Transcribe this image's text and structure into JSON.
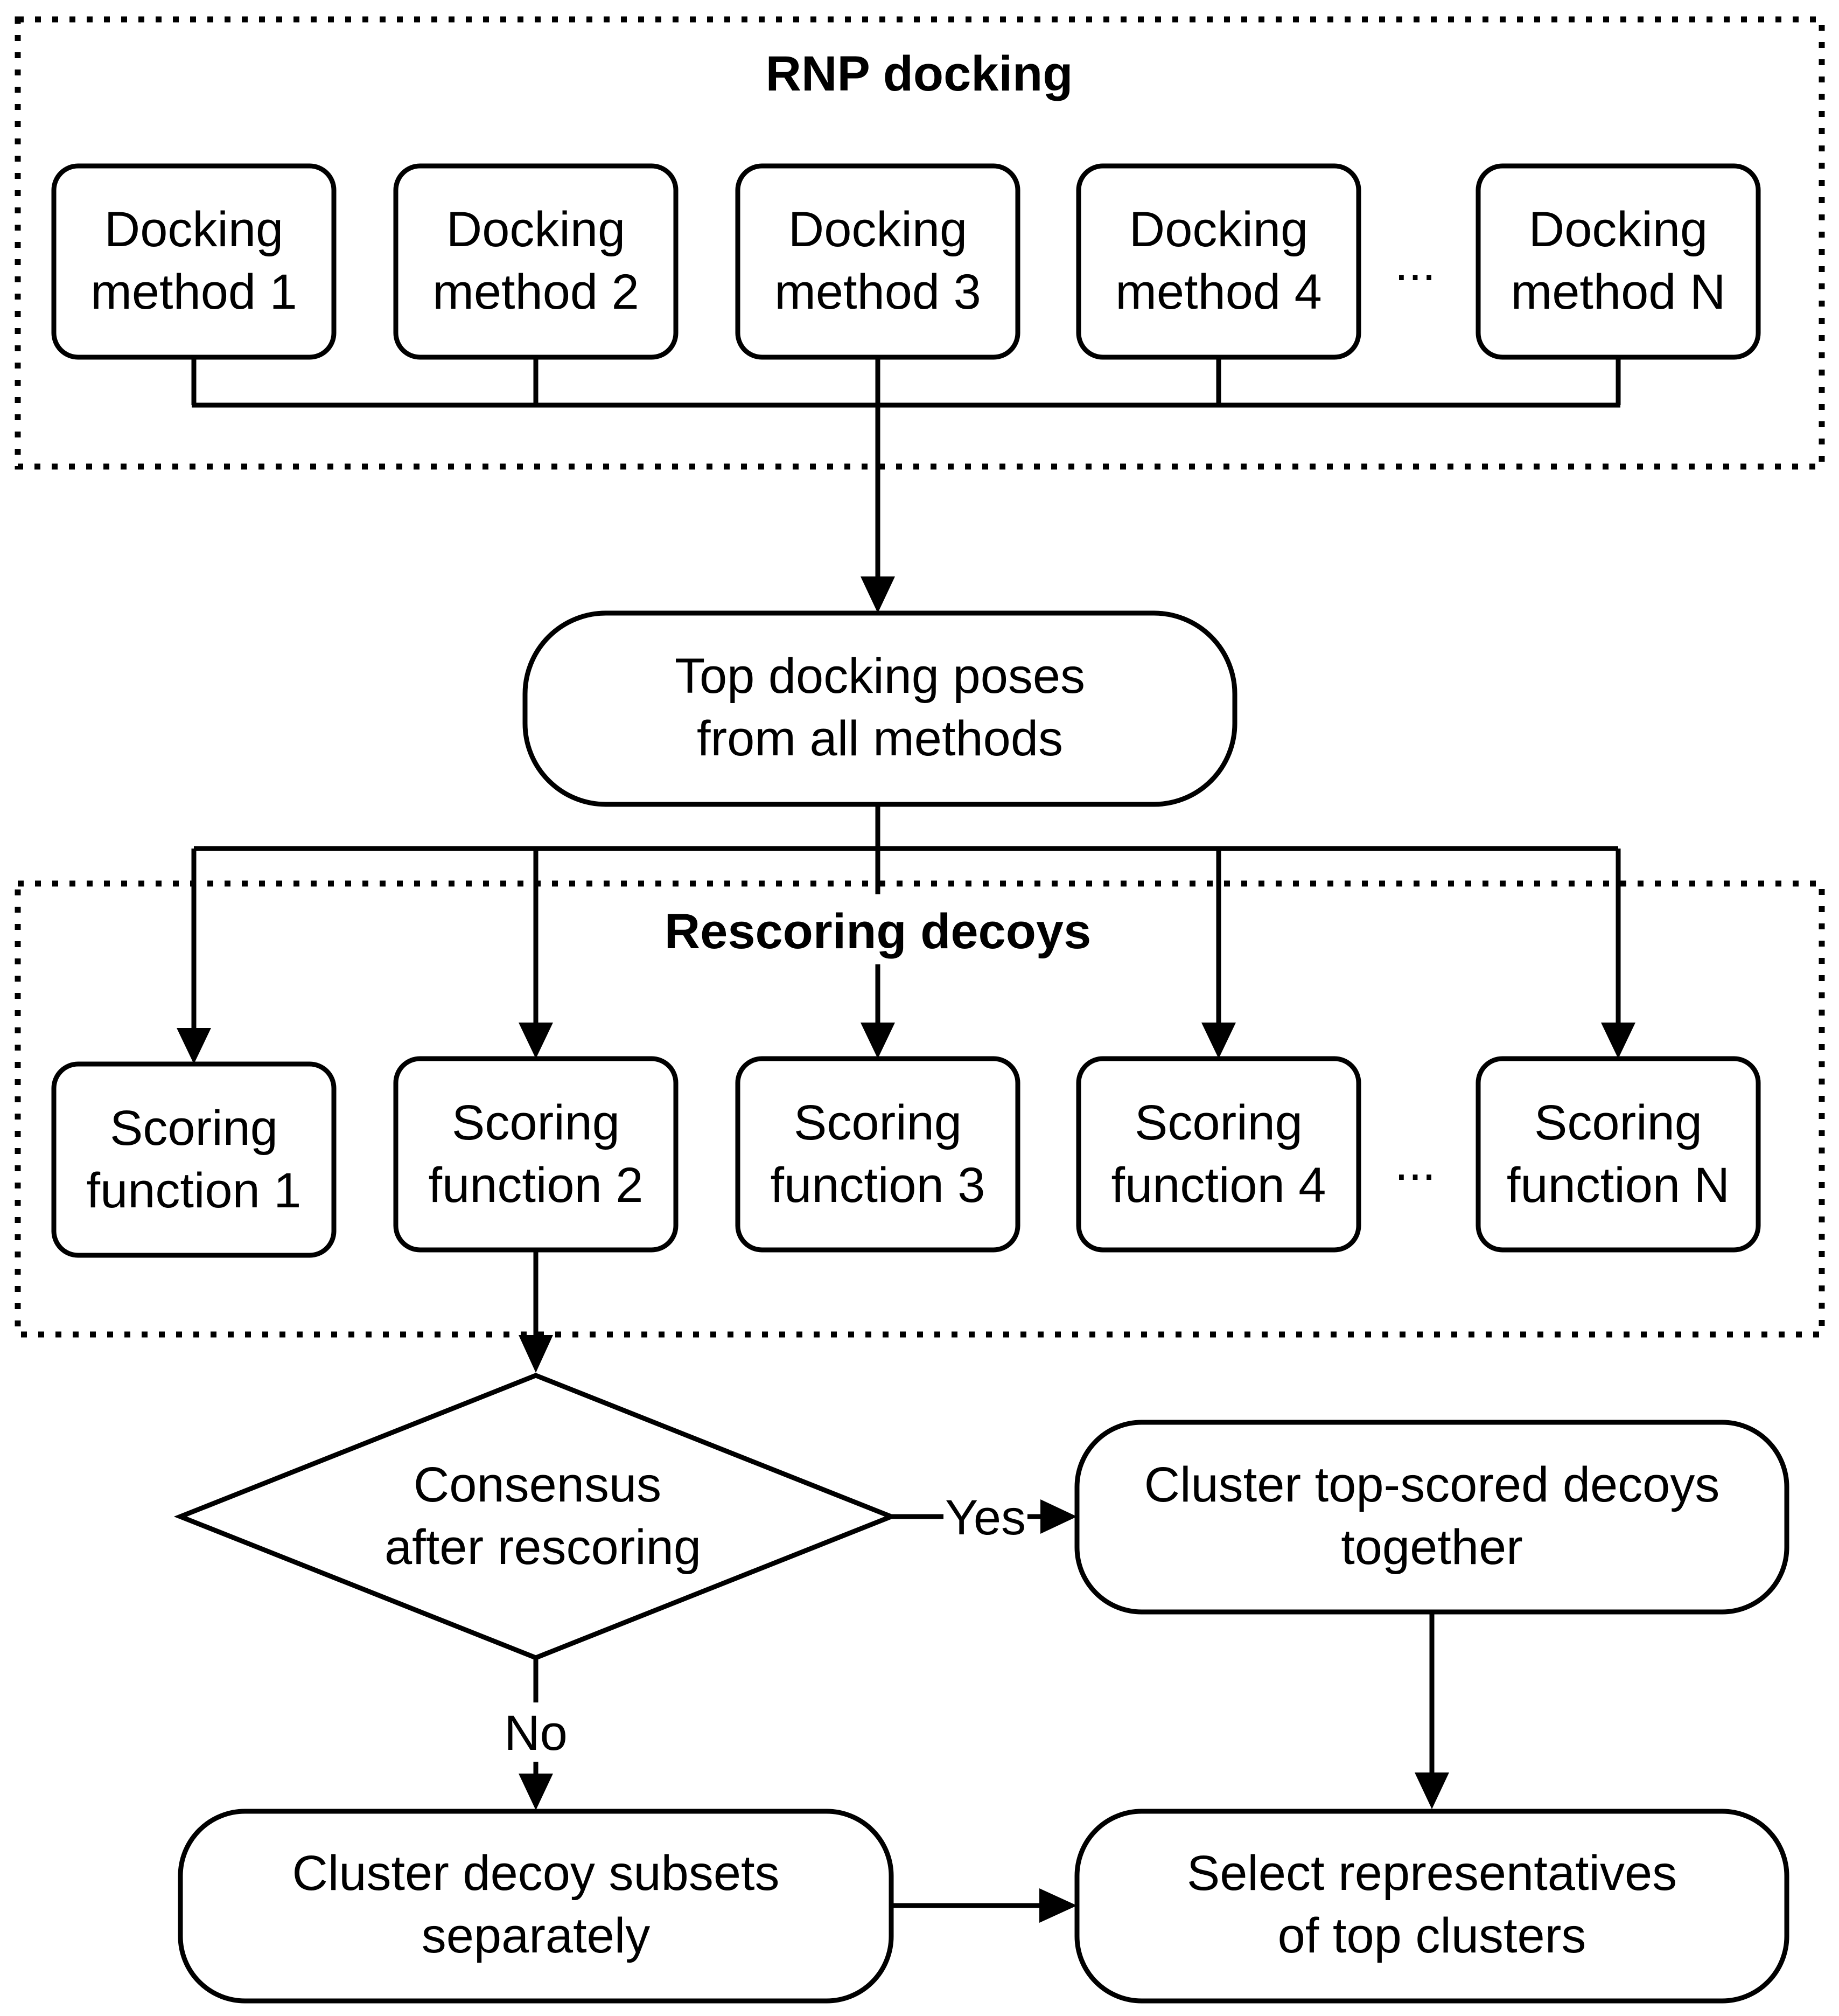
{
  "groups": {
    "docking": "RNP docking",
    "rescoring": "Rescoring decoys"
  },
  "docking_methods": [
    [
      "Docking",
      "method 1"
    ],
    [
      "Docking",
      "method 2"
    ],
    [
      "Docking",
      "method 3"
    ],
    [
      "Docking",
      "method 4"
    ],
    [
      "Docking",
      "method N"
    ]
  ],
  "scoring_functions": [
    [
      "Scoring",
      "function 1"
    ],
    [
      "Scoring",
      "function 2"
    ],
    [
      "Scoring",
      "function 3"
    ],
    [
      "Scoring",
      "function 4"
    ],
    [
      "Scoring",
      "function N"
    ]
  ],
  "ellipsis": "...",
  "top_poses": [
    "Top docking poses",
    "from all methods"
  ],
  "decision": [
    "Consensus",
    "after rescoring"
  ],
  "yes_label": "Yes",
  "no_label": "No",
  "cluster_together": [
    "Cluster top-scored decoys",
    "together"
  ],
  "cluster_separately": [
    "Cluster decoy subsets",
    "separately"
  ],
  "select_representatives": [
    "Select representatives",
    "of top clusters"
  ]
}
